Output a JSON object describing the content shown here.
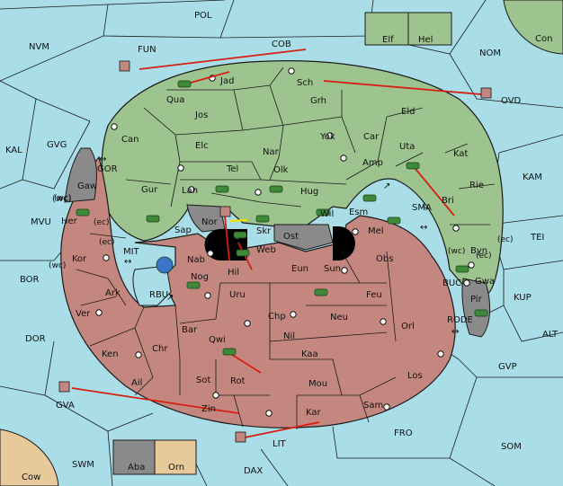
{
  "colors": {
    "sea": "#a9dde8",
    "green_land": "#9dc48f",
    "red_land": "#c4877f",
    "neutral": "#e8c99a",
    "gray": "#8a8a8a",
    "border": "#1a1a1a",
    "order_arrow": "#d81e12",
    "support_arrow": "#f2e000",
    "army_icon": "#3f8a3a",
    "fleet_icon": "#3a75c9"
  },
  "labels": {
    "sea": [
      "POL",
      "NVM",
      "FUN",
      "COB",
      "NOM",
      "Con",
      "KAL",
      "GVG",
      "GOR",
      "(wc)",
      "MVU",
      "MIT",
      "BOR",
      "RBU",
      "DOR",
      "GVA",
      "SWM",
      "DAX",
      "LIT",
      "FRO",
      "SOM",
      "GVP",
      "ALT",
      "KUP",
      "RODE",
      "BUC",
      "TEI",
      "KAM",
      "SMA",
      "OVD",
      "Cow"
    ],
    "land": [
      "Jad",
      "Sch",
      "Qua",
      "Jos",
      "Grh",
      "Eld",
      "Can",
      "Elc",
      "Nar",
      "Yok",
      "Car",
      "Uta",
      "Tel",
      "Olk",
      "Amp",
      "Kat",
      "Gur",
      "Lan",
      "Hug",
      "Esm",
      "Bri",
      "Rie",
      "Gaw",
      "Her",
      "Sap",
      "Nor",
      "Skr",
      "Ost",
      "Wil",
      "Mel",
      "Byn",
      "Web",
      "Kor",
      "Nab",
      "Eun",
      "Sun",
      "Obs",
      "Gwa",
      "Nog",
      "Hil",
      "Uru",
      "Feu",
      "Pir",
      "Ark",
      "Ver",
      "Bar",
      "Chp",
      "Neu",
      "Orl",
      "Qwi",
      "Nil",
      "Ken",
      "Chr",
      "Kaa",
      "Los",
      "Sot",
      "Rot",
      "Mou",
      "Ail",
      "Zin",
      "Kar",
      "Sam"
    ],
    "coasts": [
      "(wc)",
      "(ec)",
      "(ec)",
      "(wc)",
      "(wc)",
      "(ec)",
      "(ec)"
    ],
    "boxes": [
      "Elf",
      "Hel",
      "Aba",
      "Orn"
    ]
  },
  "swap_icon": "double-arrow-icon"
}
